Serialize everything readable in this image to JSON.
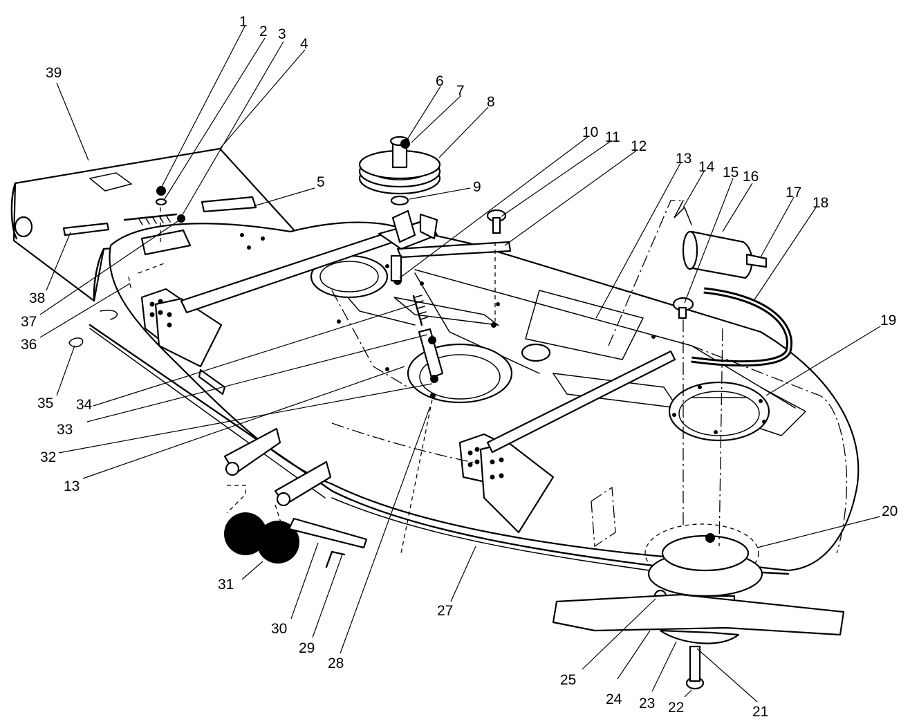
{
  "callouts": [
    {
      "id": "1",
      "text": "1"
    },
    {
      "id": "2",
      "text": "2"
    },
    {
      "id": "3",
      "text": "3"
    },
    {
      "id": "4",
      "text": "4"
    },
    {
      "id": "5",
      "text": "5"
    },
    {
      "id": "6",
      "text": "6"
    },
    {
      "id": "7",
      "text": "7"
    },
    {
      "id": "8",
      "text": "8"
    },
    {
      "id": "9",
      "text": "9"
    },
    {
      "id": "10",
      "text": "10"
    },
    {
      "id": "11",
      "text": "11"
    },
    {
      "id": "12",
      "text": "12"
    },
    {
      "id": "13a",
      "text": "13"
    },
    {
      "id": "14",
      "text": "14"
    },
    {
      "id": "15",
      "text": "15"
    },
    {
      "id": "16",
      "text": "16"
    },
    {
      "id": "17",
      "text": "17"
    },
    {
      "id": "18",
      "text": "18"
    },
    {
      "id": "19",
      "text": "19"
    },
    {
      "id": "20",
      "text": "20"
    },
    {
      "id": "21",
      "text": "21"
    },
    {
      "id": "22",
      "text": "22"
    },
    {
      "id": "23",
      "text": "23"
    },
    {
      "id": "24",
      "text": "24"
    },
    {
      "id": "25",
      "text": "25"
    },
    {
      "id": "27",
      "text": "27"
    },
    {
      "id": "28",
      "text": "28"
    },
    {
      "id": "29",
      "text": "29"
    },
    {
      "id": "30",
      "text": "30"
    },
    {
      "id": "31",
      "text": "31"
    },
    {
      "id": "32",
      "text": "32"
    },
    {
      "id": "13b",
      "text": "13"
    },
    {
      "id": "33",
      "text": "33"
    },
    {
      "id": "34",
      "text": "34"
    },
    {
      "id": "35",
      "text": "35"
    },
    {
      "id": "36",
      "text": "36"
    },
    {
      "id": "37",
      "text": "37"
    },
    {
      "id": "38",
      "text": "38"
    },
    {
      "id": "39",
      "text": "39"
    }
  ]
}
